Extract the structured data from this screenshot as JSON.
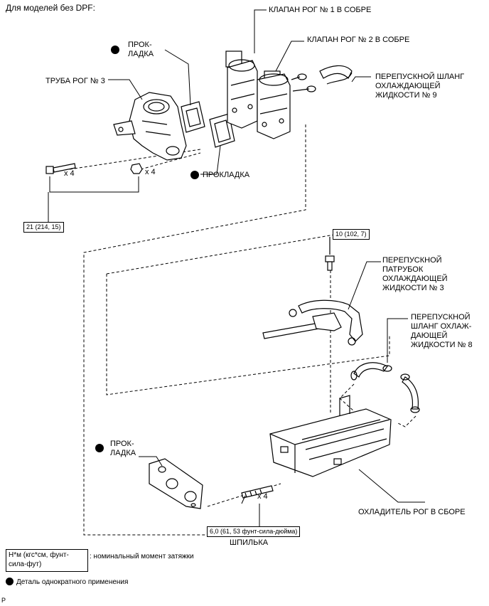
{
  "title": "Для моделей без DPF:",
  "labels": {
    "egr_valve_1": "КЛАПАН РОГ № 1 В СОБРЕ",
    "egr_valve_2": "КЛАПАН РОГ № 2 В СОБРЕ",
    "gasket_top": "ПРОК-\nЛАДКА",
    "egr_pipe_3": "ТРУБА РОГ № 3",
    "bypass_hose_9": "ПЕРЕПУСКНОЙ ШЛАНГ\nОХЛАЖДАЮЩЕЙ\nЖИДКОСТИ № 9",
    "gasket_mid": "ПРОКЛАДКА",
    "bypass_pipe_3": "ПЕРЕПУСКНОЙ\nПАТРУБОК\nОХЛАЖДАЮЩЕЙ\nЖИДКОСТИ № 3",
    "bypass_hose_8": "ПЕРЕПУСКНОЙ\nШЛАНГ ОХЛАЖ-\nДАЮЩЕЙ\nЖИДКОСТИ № 8",
    "gasket_bottom": "ПРОК-\nЛАДКА",
    "egr_cooler": "ОХЛАДИТЕЛЬ РОГ В СБОРЕ",
    "stud": "ШПИЛЬКА",
    "qty_bolt": "x 4",
    "qty_nut": "x 4",
    "qty_stud": "x 4"
  },
  "torques": {
    "bolt_nut": "21 (214, 15)",
    "union_bolt": "10 (102, 7)",
    "stud": "6,0 (61, 53 фунт-сила-дюйма)"
  },
  "legend": {
    "torque_units": "Н*м (кгс*см, фунт-\nсила-фут)",
    "torque_desc": ": номинальный момент затяжки",
    "single_use": "Деталь однократного применения"
  },
  "corner_mark": "P"
}
